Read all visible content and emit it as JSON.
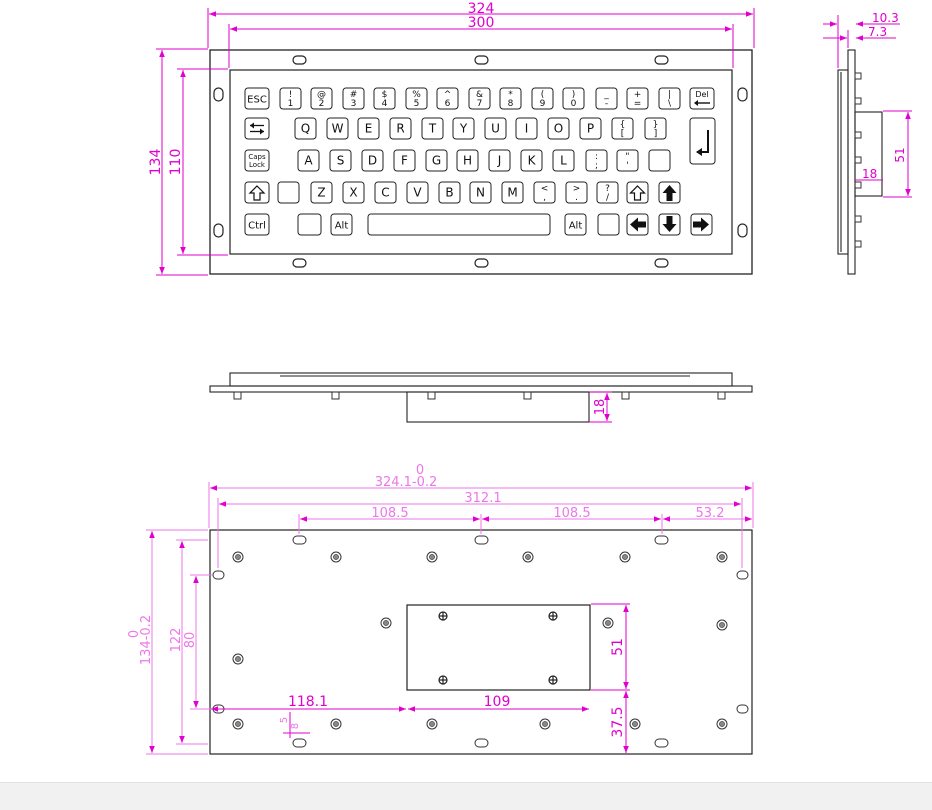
{
  "colors": {
    "outline": "#222222",
    "dimension": "#e000d0",
    "dimension_light": "#ee77e8",
    "hole": "#333333",
    "background": "#ffffff"
  },
  "front_view": {
    "dims": {
      "overall_width": "324",
      "inner_width": "300",
      "overall_height": "134",
      "inner_height": "110"
    },
    "rows": [
      [
        {
          "id": "esc",
          "type": "text",
          "label": "ESC"
        },
        {
          "id": "1",
          "type": "dual",
          "top": "!",
          "bottom": "1"
        },
        {
          "id": "2",
          "type": "dual",
          "top": "@",
          "bottom": "2"
        },
        {
          "id": "3",
          "type": "dual",
          "top": "#",
          "bottom": "3"
        },
        {
          "id": "4",
          "type": "dual",
          "top": "$",
          "bottom": "4"
        },
        {
          "id": "5",
          "type": "dual",
          "top": "%",
          "bottom": "5"
        },
        {
          "id": "6",
          "type": "dual",
          "top": "^",
          "bottom": "6"
        },
        {
          "id": "7",
          "type": "dual",
          "top": "&",
          "bottom": "7"
        },
        {
          "id": "8",
          "type": "dual",
          "top": "*",
          "bottom": "8"
        },
        {
          "id": "9",
          "type": "dual",
          "top": "(",
          "bottom": "9"
        },
        {
          "id": "0",
          "type": "dual",
          "top": ")",
          "bottom": "0"
        },
        {
          "id": "minus",
          "type": "dual",
          "top": "_",
          "bottom": "-"
        },
        {
          "id": "equals",
          "type": "dual",
          "top": "+",
          "bottom": "="
        },
        {
          "id": "backslash",
          "type": "dual",
          "top": "|",
          "bottom": "\\"
        },
        {
          "id": "del",
          "type": "del",
          "label": "Del"
        }
      ],
      [
        {
          "id": "tab",
          "type": "icon",
          "icon": "tab-icon"
        },
        {
          "id": "q",
          "type": "text",
          "label": "Q"
        },
        {
          "id": "w",
          "type": "text",
          "label": "W"
        },
        {
          "id": "e",
          "type": "text",
          "label": "E"
        },
        {
          "id": "r",
          "type": "text",
          "label": "R"
        },
        {
          "id": "t",
          "type": "text",
          "label": "T"
        },
        {
          "id": "y",
          "type": "text",
          "label": "Y"
        },
        {
          "id": "u",
          "type": "text",
          "label": "U"
        },
        {
          "id": "i",
          "type": "text",
          "label": "I"
        },
        {
          "id": "o",
          "type": "text",
          "label": "O"
        },
        {
          "id": "p",
          "type": "text",
          "label": "P"
        },
        {
          "id": "lbrace",
          "type": "dual",
          "top": "{",
          "bottom": "["
        },
        {
          "id": "rbrace",
          "type": "dual",
          "top": "}",
          "bottom": "]"
        },
        {
          "id": "enter",
          "type": "icon",
          "icon": "enter-icon"
        }
      ],
      [
        {
          "id": "caps",
          "type": "caps",
          "top": "Caps",
          "bottom": "Lock"
        },
        {
          "id": "a",
          "type": "text",
          "label": "A"
        },
        {
          "id": "s",
          "type": "text",
          "label": "S"
        },
        {
          "id": "d",
          "type": "text",
          "label": "D"
        },
        {
          "id": "f",
          "type": "text",
          "label": "F"
        },
        {
          "id": "g",
          "type": "text",
          "label": "G"
        },
        {
          "id": "h",
          "type": "text",
          "label": "H"
        },
        {
          "id": "j",
          "type": "text",
          "label": "J"
        },
        {
          "id": "k",
          "type": "text",
          "label": "K"
        },
        {
          "id": "l",
          "type": "text",
          "label": "L"
        },
        {
          "id": "semicolon",
          "type": "dual",
          "top": ":",
          "bottom": ";"
        },
        {
          "id": "quote",
          "type": "dual",
          "top": "\"",
          "bottom": "'"
        },
        {
          "id": "blank1",
          "type": "text",
          "label": ""
        }
      ],
      [
        {
          "id": "shift_left",
          "type": "icon",
          "icon": "shift-outline-icon"
        },
        {
          "id": "blank2",
          "type": "text",
          "label": ""
        },
        {
          "id": "z",
          "type": "text",
          "label": "Z"
        },
        {
          "id": "x",
          "type": "text",
          "label": "X"
        },
        {
          "id": "c",
          "type": "text",
          "label": "C"
        },
        {
          "id": "v",
          "type": "text",
          "label": "V"
        },
        {
          "id": "b",
          "type": "text",
          "label": "B"
        },
        {
          "id": "n",
          "type": "text",
          "label": "N"
        },
        {
          "id": "m",
          "type": "text",
          "label": "M"
        },
        {
          "id": "comma",
          "type": "dual",
          "top": "<",
          "bottom": ","
        },
        {
          "id": "period",
          "type": "dual",
          "top": ">",
          "bottom": "."
        },
        {
          "id": "slash",
          "type": "dual",
          "top": "?",
          "bottom": "/"
        },
        {
          "id": "shift_right",
          "type": "icon",
          "icon": "shift-outline-icon"
        },
        {
          "id": "up",
          "type": "icon",
          "icon": "arrow-up-icon"
        }
      ],
      [
        {
          "id": "ctrl",
          "type": "text",
          "label": "Ctrl"
        },
        {
          "id": "blank3",
          "type": "text",
          "label": ""
        },
        {
          "id": "alt_left",
          "type": "text",
          "label": "Alt"
        },
        {
          "id": "space",
          "type": "text",
          "label": ""
        },
        {
          "id": "alt_right",
          "type": "text",
          "label": "Alt"
        },
        {
          "id": "blank4",
          "type": "text",
          "label": ""
        },
        {
          "id": "left",
          "type": "icon",
          "icon": "arrow-left-icon"
        },
        {
          "id": "down",
          "type": "icon",
          "icon": "arrow-down-icon"
        },
        {
          "id": "right",
          "type": "icon",
          "icon": "arrow-right-icon"
        }
      ]
    ]
  },
  "side_view": {
    "dims": {
      "total_depth": "10.3",
      "panel_depth": "7.3",
      "box_height": "51",
      "box_depth": "18"
    }
  },
  "top_view": {
    "dims": {
      "box_depth": "18"
    }
  },
  "back_view": {
    "dims": {
      "width_tol_upper": "0",
      "width_tol": "324.1-0.2",
      "hole_span": "312.1",
      "hole_spacing_1": "108.5",
      "hole_spacing_2": "108.5",
      "hole_edge": "53.2",
      "height_tol_upper": "0",
      "height_tol": "134-0.2",
      "height_122": "122",
      "height_80": "80",
      "box_offset": "118.1",
      "box_width": "109",
      "box_height": "51",
      "box_bottom": "37.5",
      "small_5": "5",
      "small_8": "8"
    }
  }
}
